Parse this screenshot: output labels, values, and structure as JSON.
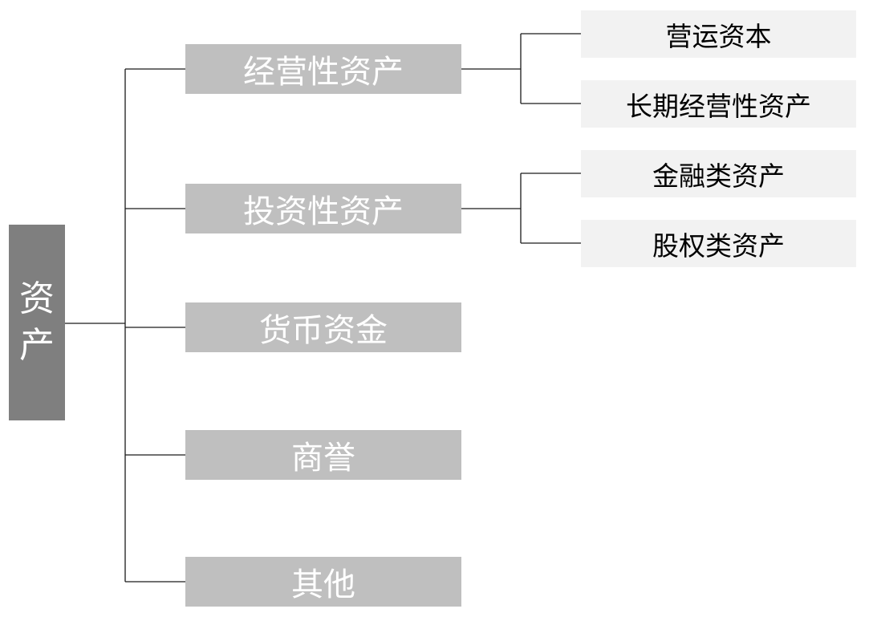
{
  "root": {
    "label": "资产"
  },
  "categories": [
    {
      "label": "经营性资产",
      "children": [
        "营运资本",
        "长期经营性资产"
      ]
    },
    {
      "label": "投资性资产",
      "children": [
        "金融类资产",
        "股权类资产"
      ]
    },
    {
      "label": "货币资金"
    },
    {
      "label": "商誉"
    },
    {
      "label": "其他"
    }
  ],
  "colors": {
    "root_fill": "#7f7f7f",
    "category_fill": "#bfbfbf",
    "leaf_fill": "#f2f2f2",
    "connector": "#1a1a1a"
  }
}
